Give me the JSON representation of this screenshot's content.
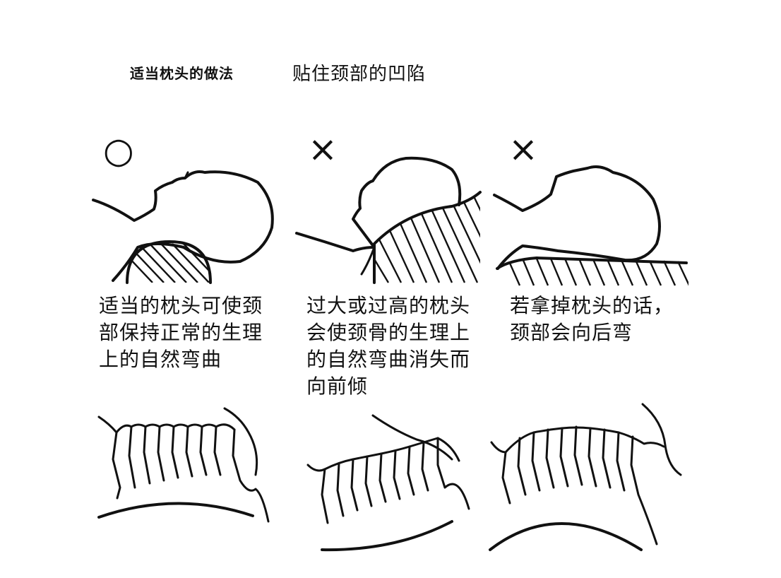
{
  "heading": {
    "bold_text": "适当枕头的做法",
    "normal_text": "贴住颈部的凹陷"
  },
  "panels": [
    {
      "mark": "○",
      "caption_lines": [
        "适当的枕头可使颈",
        "部保持正常的生理",
        "上的自然弯曲"
      ]
    },
    {
      "mark": "×",
      "caption_lines": [
        "过大或过高的枕头",
        "会使颈骨的生理上",
        "的自然弯曲消失而",
        "向前倾"
      ]
    },
    {
      "mark": "×",
      "caption_lines": [
        "若拿掉枕头的话，",
        "颈部会向后弯"
      ]
    }
  ]
}
